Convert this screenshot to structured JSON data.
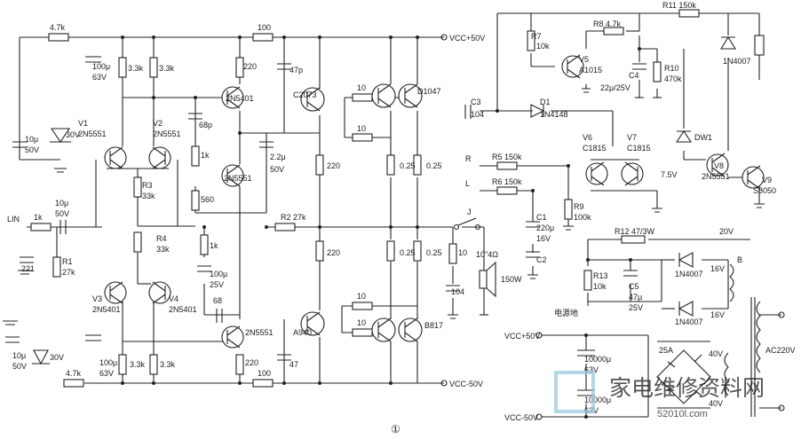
{
  "rails": {
    "vcc_pos": "VCC+50V",
    "vcc_neg": "VCC-50V"
  },
  "figure_number": "①",
  "input_label": "LIN",
  "labels": {
    "r_47k_top": "4.7k",
    "r_47k_bot": "4.7k",
    "r_100_top": "100",
    "r_100_bot": "100",
    "c_100u_top": "100μ",
    "v63_top": "63V",
    "r33k_a": "3.3k",
    "r33k_b": "3.3k",
    "r220_a": "220",
    "c47p": "47p",
    "c10u_l": "10μ",
    "v50_l": "50V",
    "v30_l": "30V",
    "v1": "V1",
    "v1t": "2N5551",
    "v2": "V2",
    "v2t": "2N5551",
    "c68p": "68p",
    "t2n5401": "2N5401",
    "r1k_a": "1k",
    "c22u": "2.2μ",
    "v50_b": "50V",
    "r560": "560",
    "t2n5551b": "2N5551",
    "r3": "R3",
    "r3v": "33k",
    "r4": "R4",
    "r4v": "33k",
    "r2": "R2 27k",
    "c10u_in": "10μ",
    "v50_in": "50V",
    "r1k_in": "1k",
    "c221": "221",
    "r1": "R1",
    "r1v": "27k",
    "r1k_b": "1k",
    "c100u_b": "100μ",
    "v25_b": "25V",
    "c68": "68",
    "v3": "V3",
    "v3t": "2N5401",
    "v4": "V4",
    "v4t": "2N5401",
    "t2n5551c": "2N5551",
    "c10u_bl": "10μ",
    "v50_bl": "50V",
    "v30_bl": "30V",
    "c100u_bot": "100μ",
    "v63_bot": "63V",
    "r33k_c": "3.3k",
    "r33k_d": "3.3k",
    "r220_b": "220",
    "c47": "47",
    "c2073": "C2073",
    "r10a": "10",
    "r10b": "10",
    "d1047": "D1047",
    "r220_c": "220",
    "r025a": "0.25",
    "r025b": "0.25",
    "r220_d": "220",
    "r025c": "0.25",
    "r025d": "0.25",
    "r10_out": "10",
    "r10c": "10",
    "r10d": "10",
    "a940": "A940",
    "b817": "B817",
    "c104_out": "104",
    "spk": "10\"4Ω",
    "spk_w": "150W",
    "j": "J",
    "r7": "R7",
    "r7v": "10k",
    "r8": "R8 4.7k",
    "v5": "V5",
    "v5t": "A1015",
    "c4": "C4",
    "c4v": "22μ/25V",
    "r10n": "R10",
    "r10v": "470k",
    "r11": "R11 150k",
    "n4007": "1N4007",
    "c3": "C3",
    "c3v": "104",
    "d1": "D1",
    "d1t": "1N4148",
    "dw1": "DW1",
    "v75": "7.5V",
    "v6": "V6",
    "v6t": "C1815",
    "v7": "V7",
    "v7t": "C1815",
    "v8": "V8",
    "v8t": "2N5551",
    "v9": "V9",
    "v9t": "S8050",
    "in_r": "R",
    "r5": "R5 150k",
    "in_l": "L",
    "r6": "R6 150k",
    "c1": "C1",
    "c1v": "220μ",
    "c1u": "16V",
    "c2": "C2",
    "r9": "R9",
    "r9v": "100k",
    "r12": "R12 47/3W",
    "v20": "20V",
    "r13": "R13",
    "r13v": "10k",
    "c5": "C5",
    "c5v": "47μ",
    "c5u": "25V",
    "d4007a": "1N4007",
    "d4007b": "1N4007",
    "v16a": "16V",
    "v16b": "16V",
    "tb": "B",
    "gnd_cn": "电源地",
    "ps_pos": "VCC+50V",
    "ps_neg": "VCC-50V",
    "c10000a": "10000μ",
    "v63a": "63V",
    "c10000b": "10000μ",
    "v63b": "63V",
    "bridge": "25A",
    "v40a": "40V",
    "v40b": "40V",
    "ac220": "AC220V"
  },
  "watermark": {
    "text": "家电维修资料网",
    "url": "52010l.com"
  }
}
